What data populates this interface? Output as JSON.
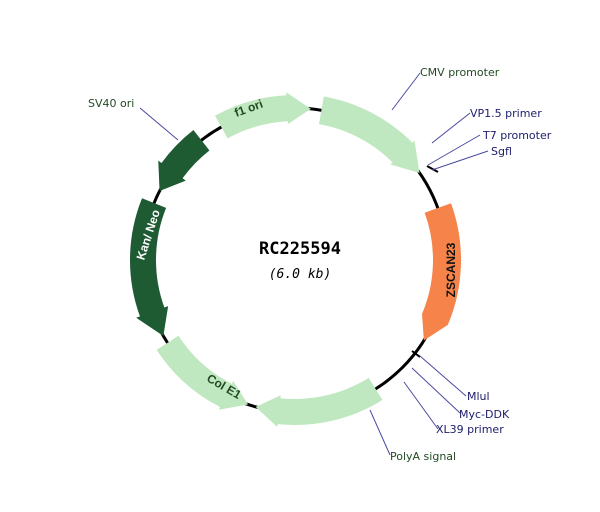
{
  "plasmid": {
    "name": "RC225594",
    "size": "(6.0 kb)"
  },
  "features": [
    {
      "id": "cmv",
      "label": "CMV promoter",
      "color": "#c0e8c0",
      "text_color": "#234a23",
      "leader": "#4a4aa0"
    },
    {
      "id": "zscan",
      "label": "ZSCAN23",
      "color": "#f5834a",
      "text_color": "#111111"
    },
    {
      "id": "polya",
      "label": "PolyA signal",
      "color": "#c0e8c0",
      "text_color": "#234a23",
      "leader": "#4a4aa0"
    },
    {
      "id": "cole1",
      "label": "Col E1",
      "color": "#c0e8c0",
      "text_color": "#234a23"
    },
    {
      "id": "kan",
      "label": "Kan/ Neo",
      "color": "#1e5b32",
      "text_color": "#ffffff"
    },
    {
      "id": "sv40",
      "label": "SV40 ori",
      "color": "#1e5b32",
      "text_color": "#234a23",
      "leader": "#4a4aa0"
    },
    {
      "id": "f1",
      "label": "f1 ori",
      "color": "#c0e8c0",
      "text_color": "#234a23"
    }
  ],
  "sites": [
    {
      "id": "vp15",
      "label": "VP1.5 primer"
    },
    {
      "id": "t7",
      "label": "T7 promoter"
    },
    {
      "id": "sgfl",
      "label": "Sgfl"
    },
    {
      "id": "mlul",
      "label": "Mlul"
    },
    {
      "id": "mycddk",
      "label": "Myc-DDK"
    },
    {
      "id": "xl39",
      "label": "XL39 primer"
    }
  ]
}
